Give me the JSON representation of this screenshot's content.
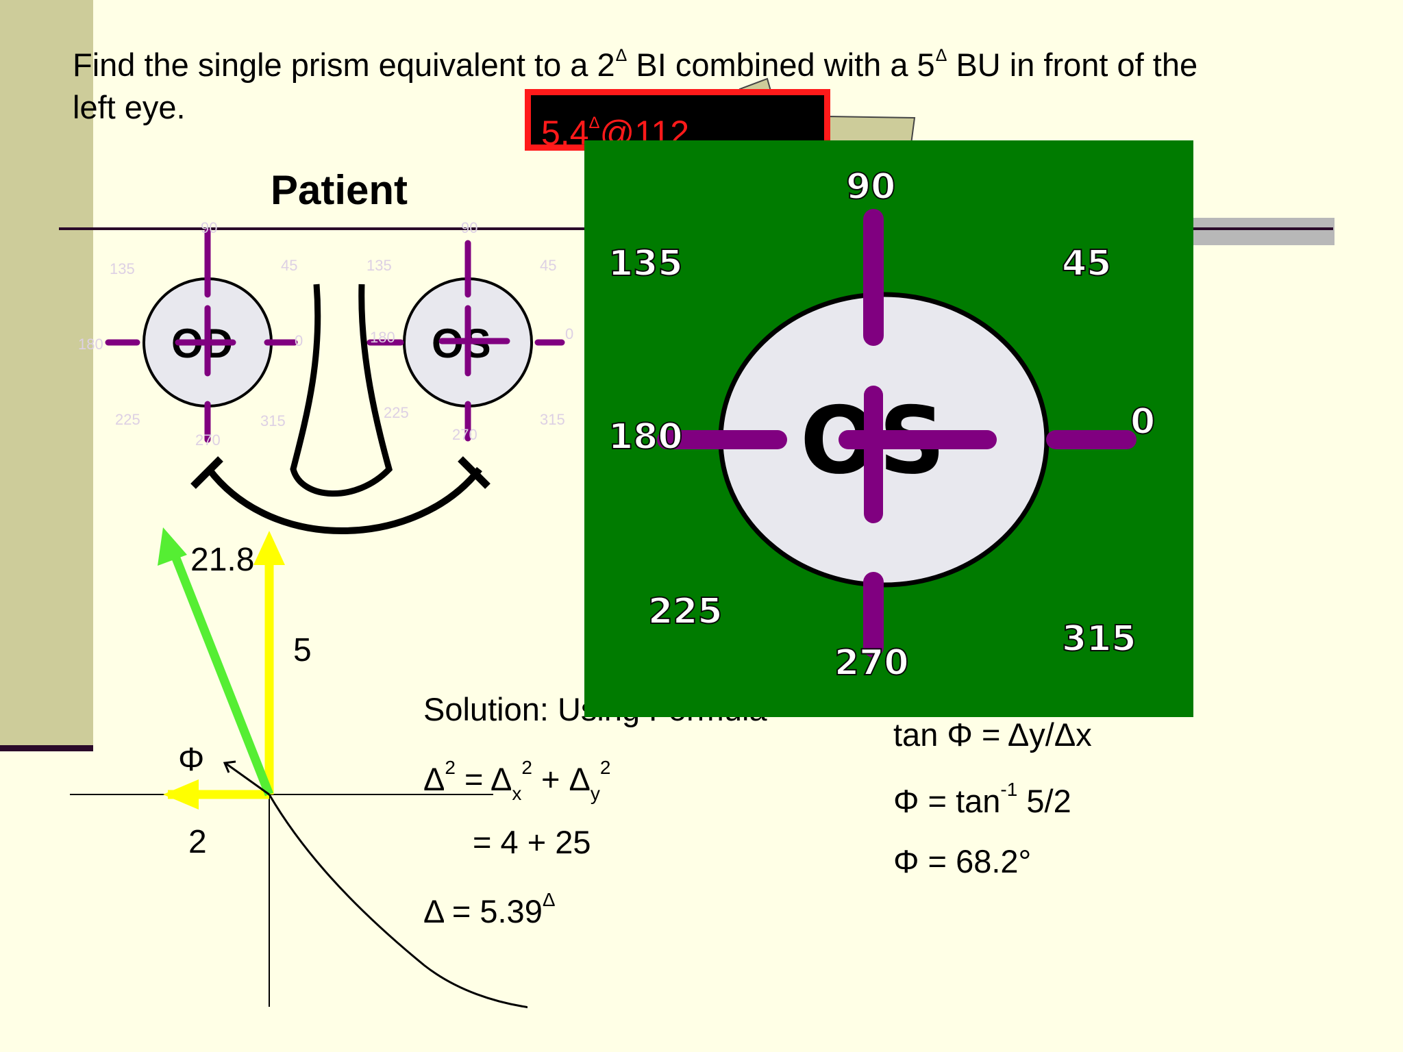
{
  "question": {
    "line1_a": "Find the single prism equivalent to a 2",
    "delta1": "Δ",
    "line1_b": " BI combined with a 5",
    "delta2": "Δ",
    "line1_c": " BU in front of the",
    "line2": "left eye."
  },
  "answer": {
    "prefix": "5.4",
    "delta": "Δ",
    "suffix": "@112"
  },
  "patient_label": "Patient",
  "eyes": {
    "od": {
      "label": "OD",
      "deg_90": "90",
      "deg_135": "135",
      "deg_45": "45",
      "deg_180": "180",
      "deg_0": "0",
      "deg_225": "225",
      "deg_315": "315",
      "deg_270": "270"
    },
    "os": {
      "label": "OS",
      "deg_90": "90",
      "deg_135": "135",
      "deg_45": "45",
      "deg_180": "180",
      "deg_0": "0",
      "deg_225": "225",
      "deg_315": "315",
      "deg_270": "270"
    }
  },
  "zoom": {
    "label": "OS",
    "deg_90": "90",
    "deg_135": "135",
    "deg_45": "45",
    "deg_180": "180",
    "deg_0": "0",
    "deg_225": "225",
    "deg_315": "315",
    "deg_270": "270",
    "bg_color": "#007b00"
  },
  "vectors": {
    "angle_label": "21.8",
    "vertical_label": "5",
    "horizontal_label": "2",
    "phi_label": "Φ",
    "green": "#55ee33",
    "yellow": "#ffff00"
  },
  "solution": {
    "title": "Solution:  Using Formula",
    "eq1_lhs": "Δ",
    "eq1_lhs_sup": "2",
    "eq1_mid": " =  Δ",
    "eq1_x": "x",
    "eq1_x_sup": "2",
    "eq1_plus": " + Δ",
    "eq1_y": "y",
    "eq1_y_sup": "2",
    "eq2": "=  4 + 25",
    "eq3_a": "Δ = 5.39",
    "eq3_delta": "Δ"
  },
  "formula": {
    "f1": "tan Φ  = Δy/Δx",
    "f2_a": "Φ = tan",
    "f2_sup": "-1",
    "f2_b": " 5/2",
    "f3": "Φ = 68.2°"
  },
  "colors": {
    "accent_purple": "#800080",
    "answer_red": "#ff1a1a",
    "background": "#ffffe6",
    "sidebar": "#cdcc9a"
  }
}
